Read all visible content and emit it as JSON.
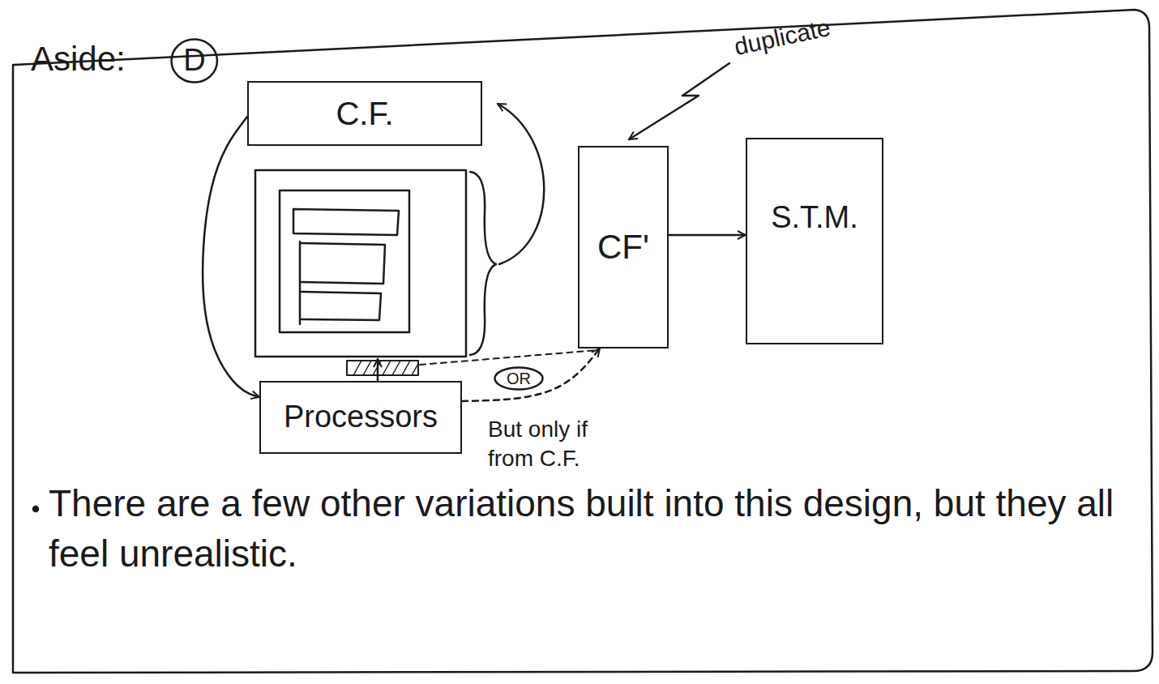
{
  "diagram": {
    "nodes": [
      {
        "text": [
          "D"
        ]
      },
      {
        "text": [
          "C.F."
        ]
      },
      {
        "text": [
          "CF'"
        ]
      },
      {
        "text": [
          "S.T.M."
        ]
      },
      {
        "text": [
          "OR"
        ]
      },
      {
        "text": [
          "Processors"
        ]
      }
    ],
    "edges": [
      {
        "from": 1,
        "to": 5,
        "arrow": "to"
      },
      {
        "from": 2,
        "to": 3,
        "arrow": "to"
      },
      {
        "from": 5,
        "to": 2,
        "arrow": "to"
      }
    ],
    "labels": [
      "Aside:",
      "duplicate",
      "But only if from C.F.",
      "There are a few other variations built into this design, but they all feel unrealistic."
    ]
  }
}
